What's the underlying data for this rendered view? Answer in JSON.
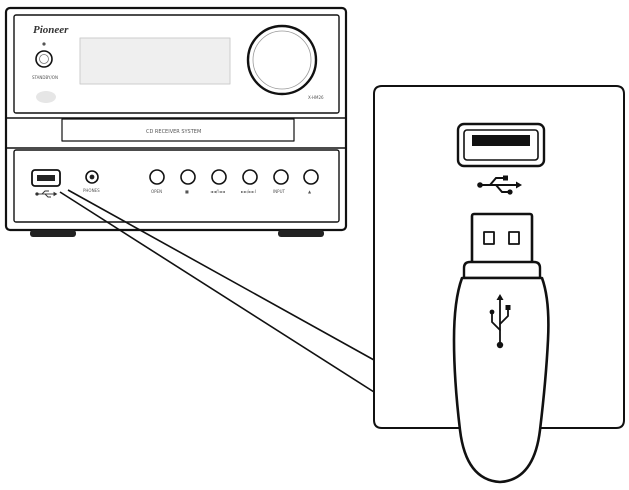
{
  "brand": "Pioneer",
  "labels": {
    "power": "STANDBY/ON",
    "model": "X-HM26",
    "panel_strip": "CD RECEIVER SYSTEM",
    "phones": "PHONES",
    "buttons": [
      "OPEN",
      "■",
      "◄◄/I◄◄",
      "►►/►►I",
      "INPUT",
      "▲"
    ]
  },
  "icons": {
    "usb_symbol": "usb-trident-icon",
    "usb_port": "usb-port-icon",
    "flash_drive": "usb-flash-drive-icon"
  },
  "colors": {
    "line": "#111111",
    "display": "#f0f0f0",
    "device_fill": "#ffffff"
  }
}
